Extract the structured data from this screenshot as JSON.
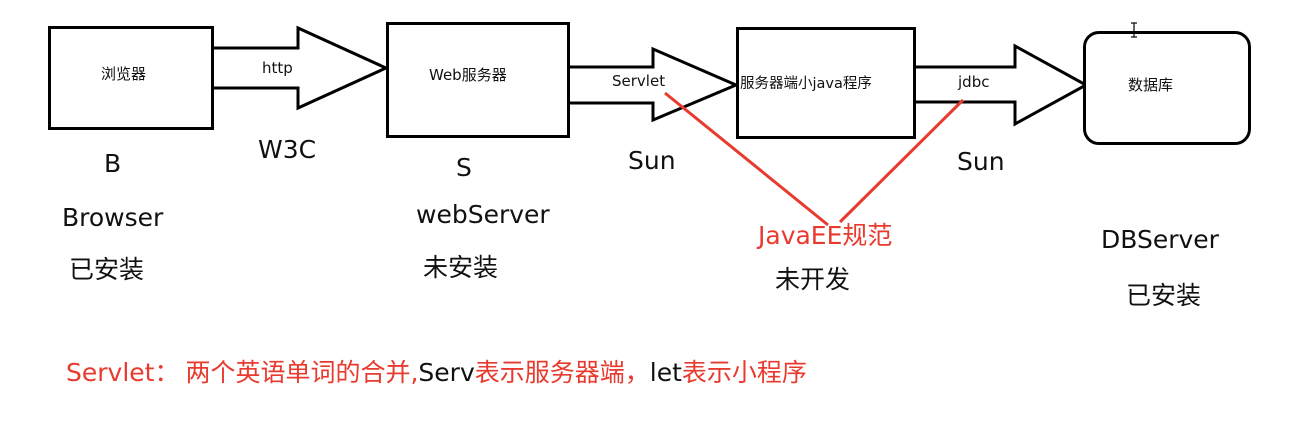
{
  "diagram": {
    "nodes": [
      {
        "id": "browser",
        "label": "浏览器",
        "abbr": "B",
        "name": "Browser",
        "status": "已安装"
      },
      {
        "id": "webserver",
        "label": "Web服务器",
        "abbr": "S",
        "name": "webServer",
        "status": "未安装"
      },
      {
        "id": "servlet_app",
        "label": "服务器端小java程序",
        "status": "未开发"
      },
      {
        "id": "database",
        "label": "数据库",
        "name": "DBServer",
        "status": "已安装"
      }
    ],
    "edges": [
      {
        "from": "browser",
        "to": "webserver",
        "label": "http",
        "org": "W3C"
      },
      {
        "from": "webserver",
        "to": "servlet_app",
        "label": "Servlet",
        "org": "Sun"
      },
      {
        "from": "servlet_app",
        "to": "database",
        "label": "jdbc",
        "org": "Sun"
      }
    ],
    "annotation": {
      "text": "JavaEE规范",
      "color": "#e83a2e",
      "points_to": [
        "Servlet",
        "jdbc"
      ]
    }
  },
  "caption": {
    "term": "Servlet",
    "separator": "：",
    "part1": "两个英语单词的合并,",
    "serv": "Serv",
    "part2": "表示服务器端，",
    "let": "let",
    "part3": "表示小程序"
  },
  "colors": {
    "red": "#e83a2e",
    "black": "#000000",
    "background": "#ffffff"
  },
  "icons": [
    "text-cursor-icon"
  ]
}
